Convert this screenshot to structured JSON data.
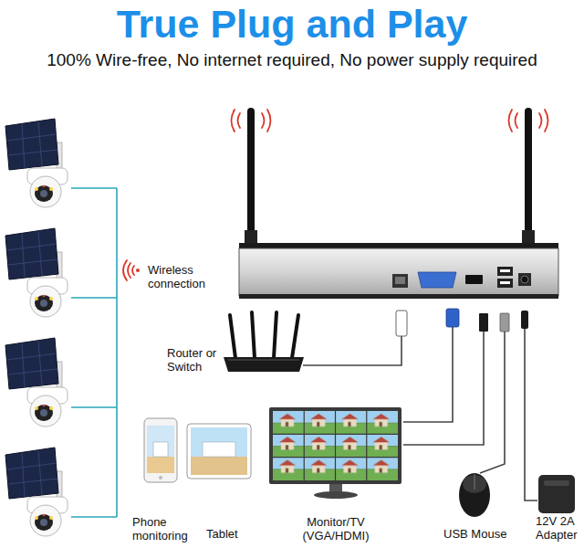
{
  "diagram": {
    "title": "True Plug and Play",
    "labels": [
      "100% Wire-free, No internet required, No power supply required",
      "Wireless connection",
      "Router or Switch",
      "Phone monitoring",
      "Tablet",
      "Monitor/TV (VGA/HDMI)",
      "USB Mouse",
      "12V 2A Adapter"
    ]
  }
}
